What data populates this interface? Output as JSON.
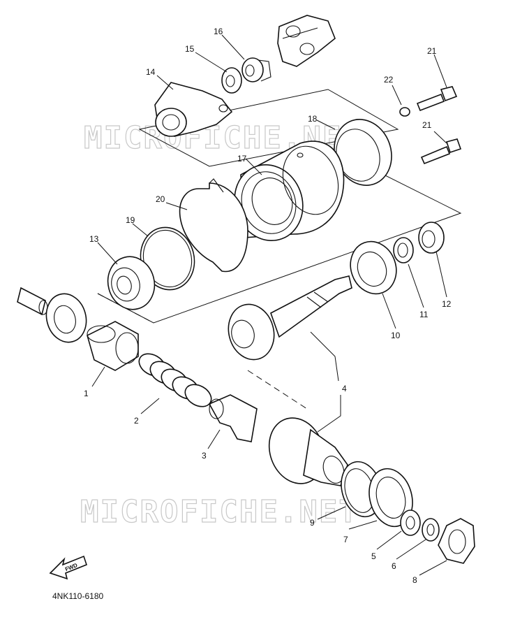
{
  "watermark": "MICROFICHE.NET",
  "diagram_code": "4NK110-6180",
  "fwd_label": "FWD",
  "callouts": [
    "1",
    "2",
    "3",
    "4",
    "5",
    "6",
    "7",
    "8",
    "9",
    "10",
    "11",
    "12",
    "13",
    "14",
    "15",
    "16",
    "17",
    "18",
    "19",
    "20",
    "21",
    "21",
    "22"
  ]
}
